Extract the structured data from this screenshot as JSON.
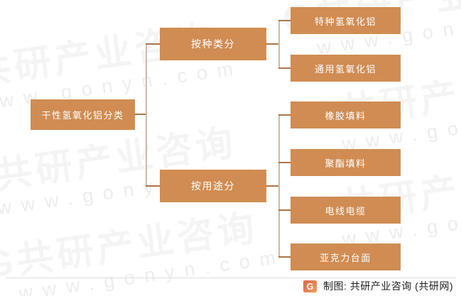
{
  "watermark": {
    "brand": "G共研产业咨询",
    "url": "www.gonyn.com"
  },
  "diagram": {
    "root_label": "干性氢氧化铝分类",
    "branches": [
      {
        "label": "按种类分",
        "children": [
          {
            "label": "特种氢氧化铝"
          },
          {
            "label": "通用氢氧化铝"
          }
        ]
      },
      {
        "label": "按用途分",
        "children": [
          {
            "label": "橡胶填料"
          },
          {
            "label": "聚酯填料"
          },
          {
            "label": "电线电缆"
          },
          {
            "label": "亚克力台面"
          }
        ]
      }
    ]
  },
  "footer": {
    "credit": "制图: 共研产业咨询 (共研网)"
  },
  "colors": {
    "node_fill": "#d08c52",
    "node_text": "#ffffff",
    "connector_horizontal": "#aa7648",
    "connector_vertical": "#cfb9a4",
    "divider": "#dedede",
    "logo_gradient_start": "#e2654e",
    "logo_gradient_end": "#f09a55"
  }
}
